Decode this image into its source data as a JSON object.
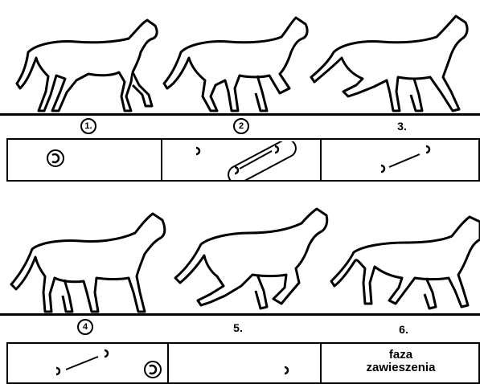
{
  "sequence": {
    "frames": [
      {
        "number": "1.",
        "circled": true
      },
      {
        "number": "2",
        "circled": true
      },
      {
        "number": "3.",
        "circled": false
      },
      {
        "number": "4",
        "circled": true
      },
      {
        "number": "5.",
        "circled": false
      },
      {
        "number": "6.",
        "circled": false
      }
    ],
    "phase_label_line1": "faza",
    "phase_label_line2": "zawieszenia"
  }
}
